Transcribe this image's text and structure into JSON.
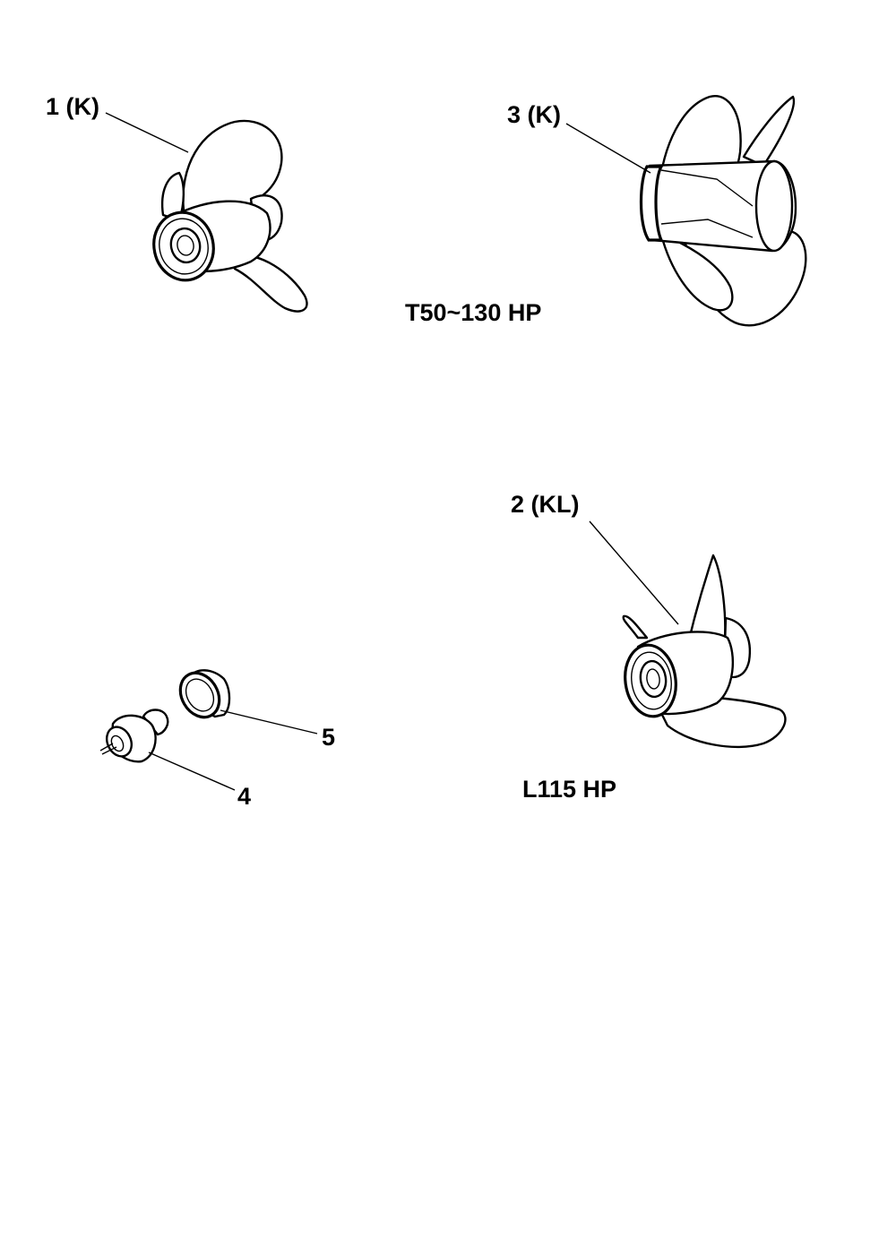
{
  "labels": {
    "part1": "1 (K)",
    "part2": "2 (KL)",
    "part3": "3 (K)",
    "part4": "4",
    "part5": "5",
    "group_top": "T50~130 HP",
    "group_bottom": "L115 HP"
  }
}
